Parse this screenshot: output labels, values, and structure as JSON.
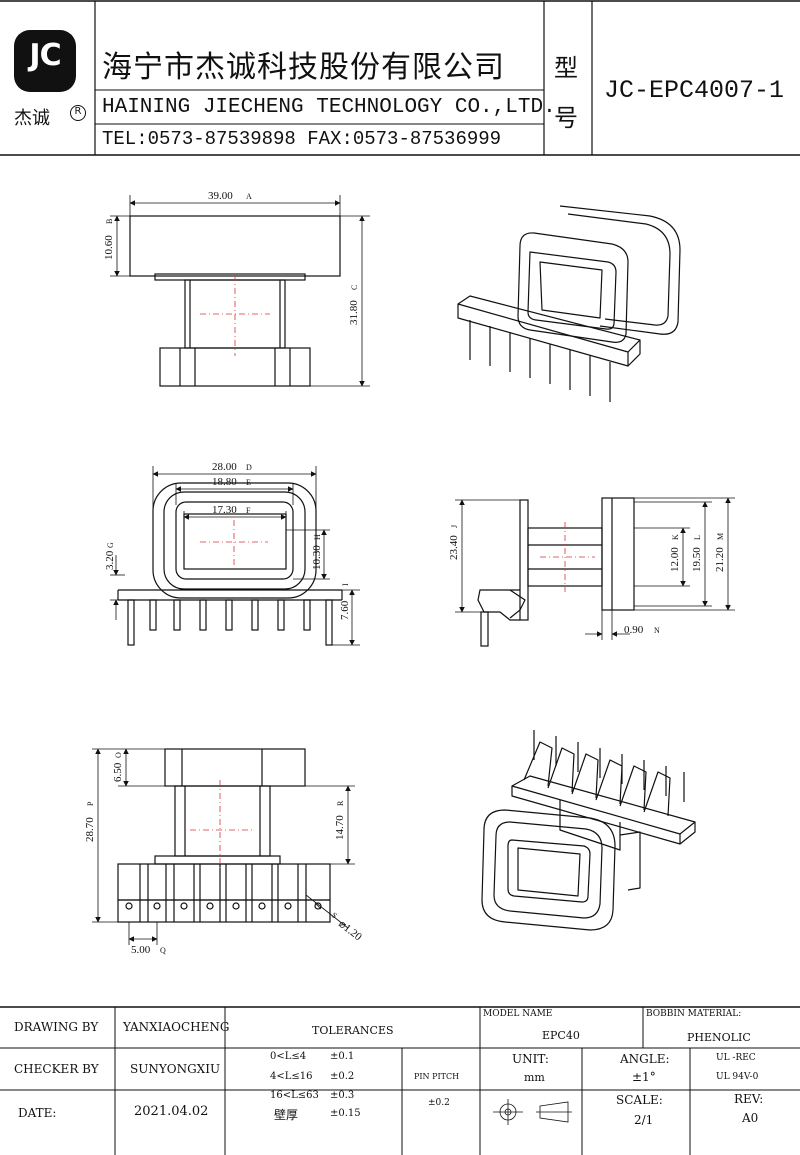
{
  "title_block": {
    "logo_letters": "JC",
    "logo_brand": "杰诚",
    "logo_mark": "R",
    "company_cn": "海宁市杰诚科技股份有限公司",
    "company_en": "HAINING JIECHENG TECHNOLOGY CO.,LTD.",
    "contact": "TEL:0573-87539898  FAX:0573-87536999",
    "model_label_1": "型",
    "model_label_2": "号",
    "model_no": "JC-EPC4007-1"
  },
  "dimensions": {
    "front_width": "39.00",
    "front_width_tag": "A",
    "front_top_h": "10.60",
    "front_top_h_tag": "B",
    "front_total_h": "31.80",
    "front_total_h_tag": "C",
    "top_outer": "28.00",
    "top_outer_tag": "D",
    "top_mid": "18.80",
    "top_mid_tag": "E",
    "top_inner": "17.30",
    "top_inner_tag": "F",
    "top_left_h": "3.20",
    "top_left_h_tag": "G",
    "top_inner_h": "10.30",
    "top_inner_h_tag": "H",
    "top_base_h": "7.60",
    "top_base_h_tag": "I",
    "side_h": "23.40",
    "side_h_tag": "J",
    "side_core": "12.00",
    "side_core_tag": "K",
    "side_mid": "19.50",
    "side_mid_tag": "L",
    "side_outer": "21.20",
    "side_outer_tag": "M",
    "side_wall": "0.90",
    "side_wall_tag": "N",
    "bot_top_h": "6.50",
    "bot_top_h_tag": "O",
    "bot_total_h": "28.70",
    "bot_total_h_tag": "P",
    "bot_pitch": "5.00",
    "bot_pitch_tag": "Q",
    "bot_core_h": "14.70",
    "bot_core_h_tag": "R",
    "pin_dia": "⌀1.20",
    "pin_dia_tag": "S"
  },
  "footer": {
    "drawing_by_label": "DRAWING BY",
    "drawing_by_value": "YANXIAOCHENG",
    "checker_by_label": "CHECKER BY",
    "checker_by_value": "SUNYONGXIU",
    "date_label": "DATE:",
    "date_value": "2021.04.02",
    "tolerances_label": "TOLERANCES",
    "tol_rows": [
      {
        "range": "0<L≤4",
        "value": "±0.1"
      },
      {
        "range": "4<L≤16",
        "value": "±0.2"
      },
      {
        "range": "16<L≤63",
        "value": "±0.3"
      },
      {
        "range": "壁厚",
        "value": "±0.15"
      }
    ],
    "pin_pitch_label": "PIN PITCH",
    "pin_pitch_value": "±0.2",
    "model_name_label": "MODEL NAME",
    "model_name_value": "EPC40",
    "bobbin_material_label": "BOBBIN MATERIAL:",
    "bobbin_material_value": "PHENOLIC",
    "unit_label": "UNIT:",
    "unit_value": "mm",
    "angle_label": "ANGLE:",
    "angle_value": "±1°",
    "ul_rec": "UL -REC",
    "ul_94": "UL  94V-0",
    "scale_label": "SCALE:",
    "scale_value": "2/1",
    "rev_label": "REV:",
    "rev_value": "A0"
  }
}
